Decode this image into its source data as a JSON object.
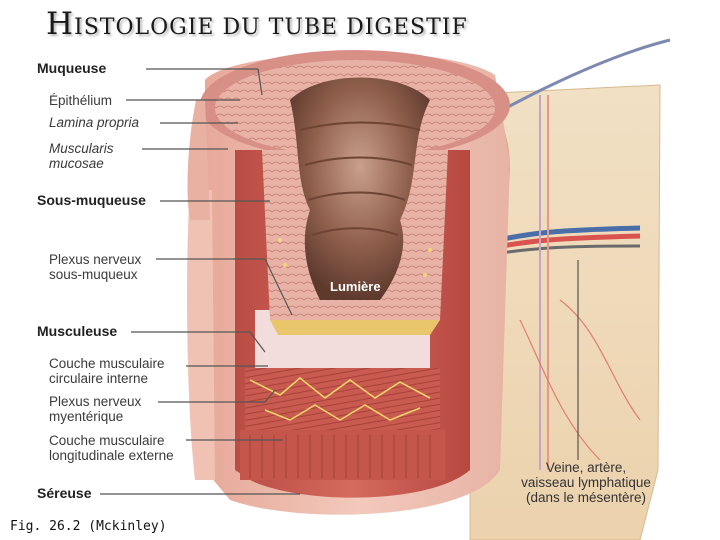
{
  "title": {
    "first": "H",
    "rest": "ISTOLOGIE DU TUBE DIGESTIF"
  },
  "labels": {
    "muqueuse": "Muqueuse",
    "epithelium": "Épithélium",
    "lamina_propria": "Lamina propria",
    "muscularis_line1": "Muscularis",
    "muscularis_line2": "mucosae",
    "sous_muqueuse": "Sous-muqueuse",
    "plexus_sm_line1": "Plexus nerveux",
    "plexus_sm_line2": "sous-muqueux",
    "musculeuse": "Musculeuse",
    "circ_line1": "Couche musculaire",
    "circ_line2": "circulaire interne",
    "plexus_my_line1": "Plexus nerveux",
    "plexus_my_line2": "myentérique",
    "long_line1": "Couche musculaire",
    "long_line2": "longitudinale externe",
    "sereuse": "Séreuse",
    "lumiere": "Lumière",
    "vessel_line1": "Veine, artère,",
    "vessel_line2": "vaisseau lymphatique",
    "vessel_line3": "(dans le mésentère)"
  },
  "caption": "Fig. 26.2 (Mckinley)",
  "colors": {
    "tissue_outer": "#e9b7a8",
    "muscle": "#c7574d",
    "mucosa": "#d99a8f",
    "lumen": "#8a5a48",
    "submucosa": "#f1d8d8",
    "nerve": "#e8c85a",
    "mesentery": "#f3e0bf",
    "vein": "#4a6fa8",
    "artery": "#d9534f"
  }
}
